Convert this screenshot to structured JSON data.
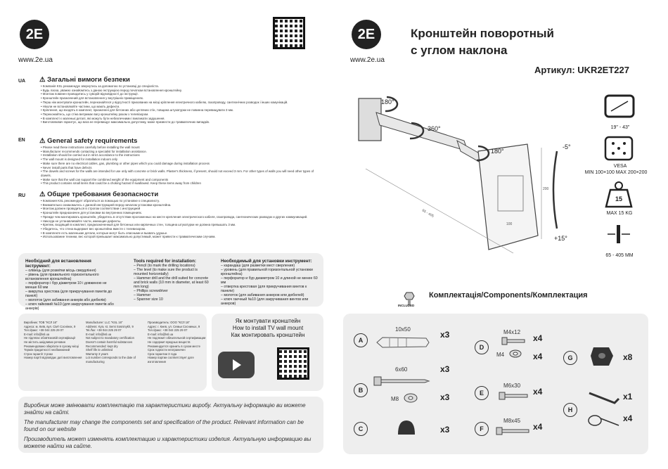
{
  "brand_url": "www.2e.ua",
  "header": {
    "title_line1": "Кронштейн поворотный",
    "title_line2": "с углом наклона",
    "article": "Артикул: UKR2ET227"
  },
  "sections": {
    "ua": {
      "tag": "UA",
      "title": "Загальні вимоги безпеки",
      "lines": [
        "Компанія KSL рекомендує звернутись за допомогою по установці до спеціаліста.",
        "Будь ласка, уважно ознайомтесь з даною інструкцією перед початком встановлення кронштейну.",
        "Монтаж повинен проводитись у суворій відповідності до інструкції.",
        "Кронштейн призначений для встановлення у внутрішніх приміщеннях.",
        "Перш ніж монтувати кронштейн, переконайтеся у відсутності прихованих на місці кріплення електричного кабелю, газопроводу, сантехнічних розводок і інших комунікацій.",
        "Ніколи не встановлюйте частини, що мають дефекти.",
        "Кріплення, що входять в комплект, призначені для бетонних або цегляних стін, товщина штукатурки не повинна перевищувати 3 мм.",
        "Переконайтесь, що стіна витримає вагу кронштейну разом з телевізором.",
        "В комплекті є маленькі деталі, які можуть бути небезпечними і викликати задушення.",
        "Виготовлювач гарантує, що вага не перевищує максимально допустиму, може призвести до травматичних випадків."
      ]
    },
    "en": {
      "tag": "EN",
      "title": "General safety requirements",
      "lines": [
        "Please read these instructions carefully before installing the wall mount",
        "Manufacturer recommends contacting a specialist for installation assistance.",
        "Installation should be carried out in strict accordance to the instructions",
        "The wall mount is designed for installation indoors only",
        "Make sure there are no electrical cables, gas, plumbing or other pipes which you could damage during installation process",
        "Never install parts that have defects",
        "The dowels and screws for the walls are intended for use only with concrete or brick walls. Plaster's thickness, if present, should not exceed 3 mm. For other types of walls you will need other types of dowels.",
        "Make sure that the wall can support the combined weight of the equipment and components",
        "This product contains small items that could be a choking hazard if swallowed. Keep these items away from children"
      ]
    },
    "ru": {
      "tag": "RU",
      "title": "Общие требования безопасности",
      "lines": [
        "Компания KSL рекомендует обратиться за помощью по установке к специалисту.",
        "Внимательно ознакомьтесь с данной инструкцией перед началом установки кронштейна.",
        "Монтаж должен проводиться в строгом соответствии с инструкцией",
        "Кронштейн предназначен для установки во внутренних помещениях.",
        "Прежде чем монтировать кронштейн, убедитесь в отсутствии проложенных на месте крепления электрического кабеля, газопровода, сантехнических разводок и других коммуникаций.",
        "Никогда не устанавливайте части, имеющие дефекты.",
        "Крепеж, входящий в комплект, предназначенный для бетонных или кирпичных стен, толщина штукатурки не должна превышать 3 мм.",
        "Убедитесь, что стена выдержит вес кронштейна вместе с телевизором.",
        "В комплекте есть маленькие детали, которые могут быть опасными и вызвать удушье.",
        "Использование техники, вес которой превышает максимально допустимый, может привести к травматическим случаям."
      ]
    }
  },
  "tools": {
    "ua": {
      "title": "Необхідний для встановлення інструмент:",
      "items": [
        "– олівець (для розмітки місць свердління)",
        "– рівень (для правильного горизонтального встановлення кронштейна)",
        "– перфоратор і бур діаметром 10 і довжиною не менше 60 мм",
        "– викрутка хрестова (для прикручування гвинтів до панелі)",
        "– молоток (для забивання анкерів або дюбелів)",
        "– ключ гайковий №10 (для закручування гвинтів або анкерів)"
      ]
    },
    "en": {
      "title": "Tools required for installation:",
      "items": [
        "– Pencil (to mark the drilling locations)",
        "– The level (to make sure the product is mounted horizontally)",
        "– Hammer drill and the drill suited for concrete and brick walls (10 mm in diameter, at least 60 mm long)",
        "– Phillips screwdriver",
        "– Hammer",
        "– Spanner size 10"
      ]
    },
    "ru": {
      "title": "Необходимый для установки инструмент:",
      "items": [
        "– карандаш (для разметки мест сверления)",
        "– уровень (для правильной горизонтальной установки кронштейна)",
        "– перфоратор и бур диаметром 10 и длиной не менее 60 мм",
        "– отвертка крестовая (для прикручивания винтов к панели)",
        "– молоток (для забивания анкеров или дюбелей)",
        "– ключ гаечный №10 (для закручивания винтов или анкеров)"
      ]
    }
  },
  "legal": {
    "col1": [
      "Виробник: ТОВ \"КСЛ 16\"",
      "Адреса: м. Київ, вул. Сім'ї Сосніних, 9",
      "Тел./факс: +38 044 225 29 07",
      "E-mail: info@ksl.ua",
      "",
      "Не підлягає обов'язковій сертифікації",
      "Не містить шкідливих речовин",
      "Рекомендовано зберігати в сухому місці",
      "Термін придатності необмежений",
      "Строк гарантії 3 роки",
      "Номер партії відповідає даті виготовлення"
    ],
    "col2": [
      "Manufacturer: LLC \"KSL 16\"",
      "Address: Kyiv, st. Semi Sosninykh, 9",
      "Tel./fax: +38 044 225 29 07",
      "E-mail: info@ksl.ua",
      "",
      "Not subject to mandatory certification",
      "Doesn't contain harmful substances",
      "Recommended: kept dry",
      "Shelf life is unlimited",
      "Warranty 3 years",
      "Lot number corresponds to the date of manufacturing"
    ],
    "col3": [
      "Производитель: ООО \"КСЛ 16\"",
      "Адрес: г. Киев, ул. Семьи Сосниных, 9",
      "Тел./факс: +38 044 225 29 07",
      "E-mail: info@ksl.ua",
      "",
      "Не подлежит обязательной сертификации",
      "Не содержит вредных веществ",
      "Рекомендуется хранить в сухом месте",
      "Срок годности неограничен",
      "Срок гарантии 3 года",
      "Номер партии соответствует дате изготовления"
    ]
  },
  "video": {
    "line1": "Як монтувати кронштейн",
    "line2": "How to install TV wall mount",
    "line3": "Как монтировать кронштейн"
  },
  "disclaimers": [
    "Виробник може змінювати комплектацію та характеристики виробу. Актуальну інформацію ви можете знайти на сайті.",
    "The manufacturer may change the components set and specification of the product. Relevant information can be found on our website",
    "Производитель может изменять комплектацию и характеристики изделия. Актуальную информацию вы можете найти на сайте."
  ],
  "specs": {
    "screen": "19\" - 43\"",
    "vesa_title": "VESA",
    "vesa_range": "MIN 100×100 MAX 200×200",
    "max_weight_value": "15",
    "max_weight": "MAX 15 KG",
    "distance": "65 - 405 MM"
  },
  "diagram": {
    "rot1": "180°",
    "rot2": "360°",
    "rot3": "180°",
    "tilt_up": "-5°",
    "tilt_down": "+15°",
    "dim1": "65 - 405",
    "dim2": "200",
    "dim3": "100"
  },
  "components": {
    "title": "Комплектація/Components/Комплектация",
    "included": "INCLUDED",
    "A": {
      "letter": "A",
      "size": "10x50",
      "qty": "x3"
    },
    "B": {
      "letter": "B",
      "size": "6x60",
      "washer": "M8",
      "qty1": "x3",
      "qty2": "x3"
    },
    "C": {
      "letter": "C",
      "qty": "x3"
    },
    "D": {
      "letter": "D",
      "size": "M4x12",
      "washer": "M4",
      "qty1": "x4",
      "qty2": "x4"
    },
    "E": {
      "letter": "E",
      "size": "M6x30",
      "qty": "x4"
    },
    "F": {
      "letter": "F",
      "size": "M8x45",
      "qty": "x4"
    },
    "G": {
      "letter": "G",
      "qty": "x8"
    },
    "H": {
      "letter": "H",
      "qty1": "x1",
      "qty2": "x4"
    }
  }
}
